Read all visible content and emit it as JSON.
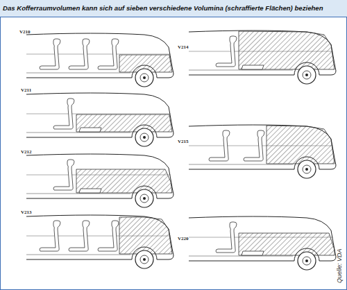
{
  "diagram": {
    "title": "Das Kofferraumvolumen kann sich auf sieben verschiedene Volumina (schraffierte Flächen) beziehen",
    "labels": [
      "V210",
      "V211",
      "V212",
      "V213",
      "V214",
      "V215",
      "V220",
      "Quelle: VDA"
    ]
  }
}
